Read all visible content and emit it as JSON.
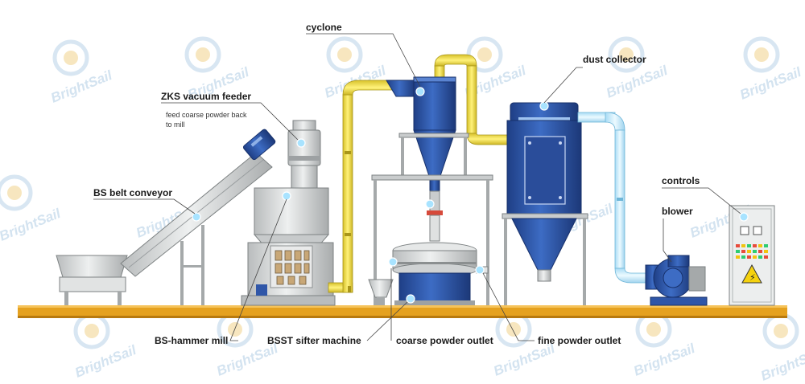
{
  "labels": {
    "cyclone": "cyclone",
    "dust_collector": "dust collector",
    "vacuum_feeder": "ZKS vacuum feeder",
    "vacuum_feeder_note_line1": "feed coarse powder back",
    "vacuum_feeder_note_line2": "to mill",
    "belt_conveyor": "BS belt conveyor",
    "controls": "controls",
    "blower": "blower",
    "hammer_mill": "BS-hammer mill",
    "sifter": "BSST sifter  machine",
    "coarse_outlet": "coarse powder outlet",
    "fine_outlet": "fine powder outlet"
  },
  "watermark": {
    "text": "BrightSail"
  },
  "colors": {
    "machine_blue": "#2f56a8",
    "pipe_yellow": "#f4e24a",
    "pipe_light_blue": "#cfeefe",
    "floor": "#e5a11f",
    "steel": "#d6d8d8"
  }
}
